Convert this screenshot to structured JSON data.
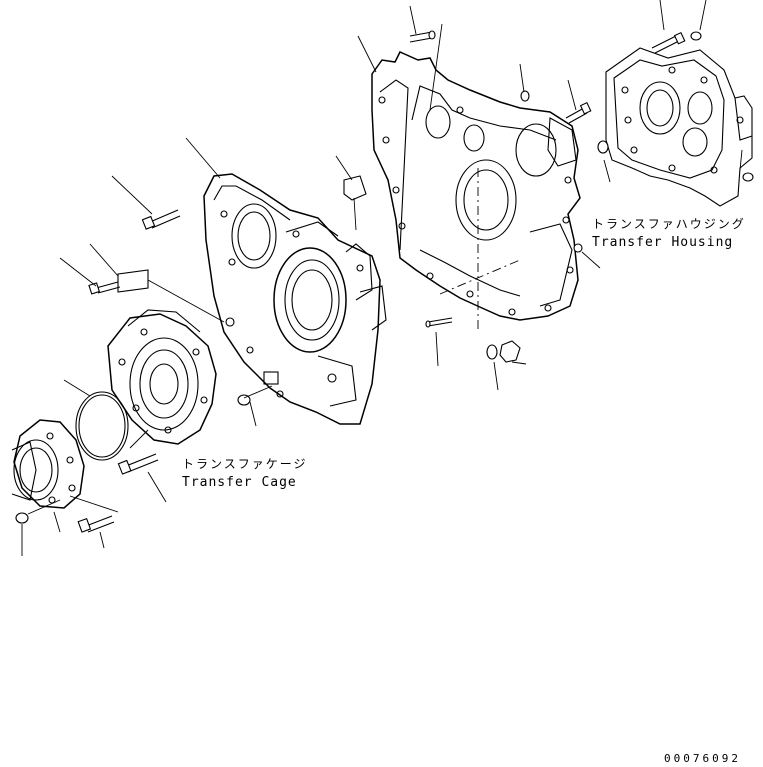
{
  "figure": {
    "transfer_cage": {
      "label_jp": "トランスファケージ",
      "label_en": "Transfer Cage"
    },
    "transfer_housing": {
      "label_jp": "トランスファハウジング",
      "label_en": "Transfer Housing"
    },
    "drawing_number": "00076092"
  }
}
